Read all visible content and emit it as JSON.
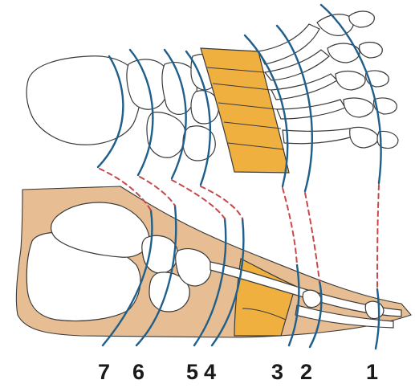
{
  "colors": {
    "highlight": "#f0b040",
    "tissue": "#e7bd93",
    "joint_lines": "#1f5f8b",
    "connectors": "#c8484a",
    "outline": "#3a3a3a"
  },
  "labels": [
    {
      "id": "7",
      "text": "7"
    },
    {
      "id": "6",
      "text": "6"
    },
    {
      "id": "5",
      "text": "5"
    },
    {
      "id": "4",
      "text": "4"
    },
    {
      "id": "3",
      "text": "3"
    },
    {
      "id": "2",
      "text": "2"
    },
    {
      "id": "1",
      "text": "1"
    }
  ]
}
